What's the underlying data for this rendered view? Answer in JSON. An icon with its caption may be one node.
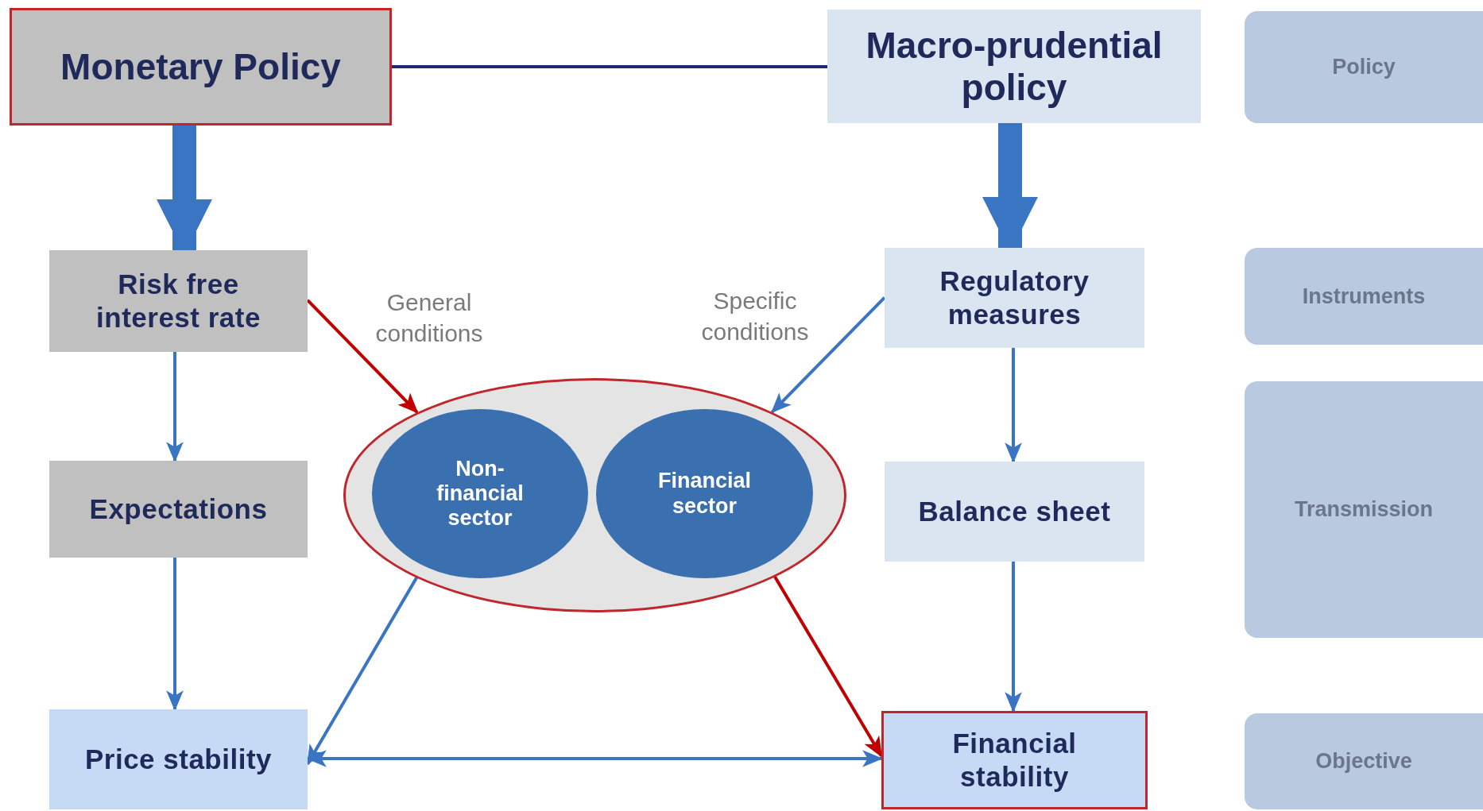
{
  "diagram": {
    "nodes": [
      {
        "text": [
          "Monetary Policy"
        ]
      },
      {
        "text": [
          "Macro-prudential policy"
        ]
      },
      {
        "text": [
          "Policy"
        ]
      },
      {
        "text": [
          "Risk free interest rate"
        ]
      },
      {
        "text": [
          "Regulatory measures"
        ]
      },
      {
        "text": [
          "Instruments"
        ]
      },
      {
        "text": [],
        "shape": "ellipse"
      },
      {
        "text": [
          "Non-financial sector"
        ],
        "in": 6
      },
      {
        "text": [
          "Financial sector"
        ],
        "in": 6
      },
      {
        "text": [
          "Expectations"
        ]
      },
      {
        "text": [
          "Balance sheet"
        ]
      },
      {
        "text": [
          "Transmission"
        ]
      },
      {
        "text": [
          "Price stability"
        ]
      },
      {
        "text": [
          "Financial stability"
        ]
      },
      {
        "text": [
          "Objective"
        ]
      }
    ],
    "edges": [
      {
        "from": 0,
        "to": 1,
        "arrow": "none",
        "color": "#1f2a6e"
      },
      {
        "from": 0,
        "to": 3,
        "arrow": "to",
        "style": "thick"
      },
      {
        "from": 1,
        "to": 4,
        "arrow": "to",
        "style": "thick"
      },
      {
        "from": 3,
        "to": 9,
        "arrow": "to"
      },
      {
        "from": 9,
        "to": 12,
        "arrow": "to"
      },
      {
        "from": 3,
        "to": 6,
        "arrow": "to",
        "label": "General conditions",
        "color": "#c00000"
      },
      {
        "from": 4,
        "to": 6,
        "arrow": "to",
        "label": "Specific conditions"
      },
      {
        "from": 4,
        "to": 10,
        "arrow": "to"
      },
      {
        "from": 10,
        "to": 13,
        "arrow": "to"
      },
      {
        "from": 7,
        "to": 12,
        "arrow": "to"
      },
      {
        "from": 8,
        "to": 13,
        "arrow": "to",
        "color": "#c00000"
      },
      {
        "from": 12,
        "to": 13,
        "arrow": "both"
      }
    ]
  }
}
